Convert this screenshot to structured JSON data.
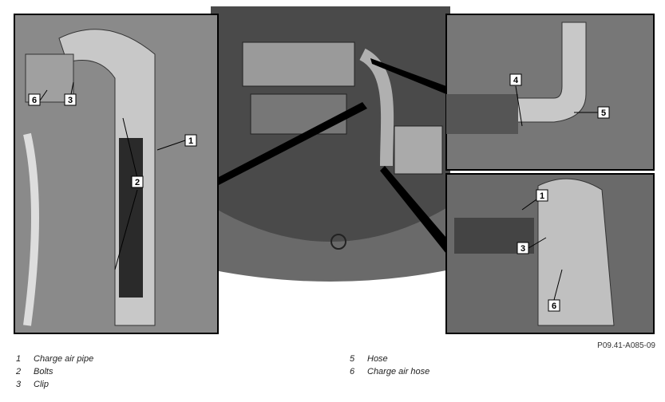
{
  "figure_code": "P09.41-A085-09",
  "callouts": {
    "left": [
      "6",
      "3",
      "1",
      "2"
    ],
    "top_right": [
      "4",
      "5"
    ],
    "bottom_right": [
      "1",
      "3",
      "6"
    ]
  },
  "legend": {
    "left": [
      {
        "num": "1",
        "label": "Charge air pipe"
      },
      {
        "num": "2",
        "label": "Bolts"
      },
      {
        "num": "3",
        "label": "Clip"
      }
    ],
    "right": [
      {
        "num": "5",
        "label": "Hose"
      },
      {
        "num": "6",
        "label": "Charge air hose"
      }
    ]
  },
  "colors": {
    "pipe": "#c8c8c8",
    "pipe_dark": "#8a8a8a",
    "engine_bg": "#3a3a3a",
    "frame": "#000000"
  }
}
